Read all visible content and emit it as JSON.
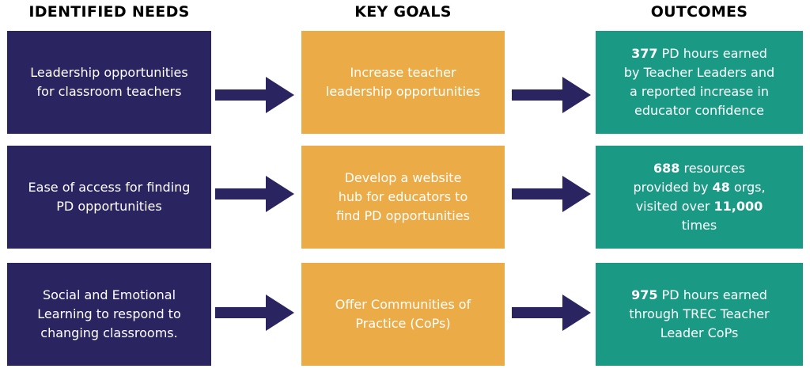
{
  "headers": {
    "needs": "IDENTIFIED NEEDS",
    "goals": "KEY GOALS",
    "outcomes": "OUTCOMES"
  },
  "rows": [
    {
      "need": [
        "Leadership opportunities",
        "for classroom teachers"
      ],
      "goal": [
        "Increase teacher",
        "leadership opportunities"
      ],
      "outcome": {
        "l1_num": "377",
        "l1_text": " PD hours earned",
        "l2": "by Teacher Leaders and",
        "l3": "a reported increase in",
        "l4": "educator confidence"
      }
    },
    {
      "need": [
        "Ease of access for finding",
        "PD opportunities"
      ],
      "goal": [
        "Develop a website",
        "hub for educators to",
        "find PD opportunities"
      ],
      "outcome": {
        "l1_num": "688",
        "l1_text": " resources",
        "l2_text": "provided by ",
        "l2_num": "48",
        "l2_end": " orgs,",
        "l3_text": "visited over ",
        "l3_num": "11,000",
        "l4": "times"
      }
    },
    {
      "need": [
        "Social and Emotional",
        "Learning to respond to",
        "changing classrooms."
      ],
      "goal": [
        "Offer Communities of",
        "Practice (CoPs)"
      ],
      "outcome": {
        "l1_num": "975",
        "l1_text": " PD hours earned",
        "l2": "through TREC Teacher",
        "l3": "Leader CoPs"
      }
    }
  ],
  "colors": {
    "need_bg": "#2a2460",
    "goal_bg": "#ebac47",
    "outcome_bg": "#1a9a85",
    "arrow": "#2a2460"
  }
}
